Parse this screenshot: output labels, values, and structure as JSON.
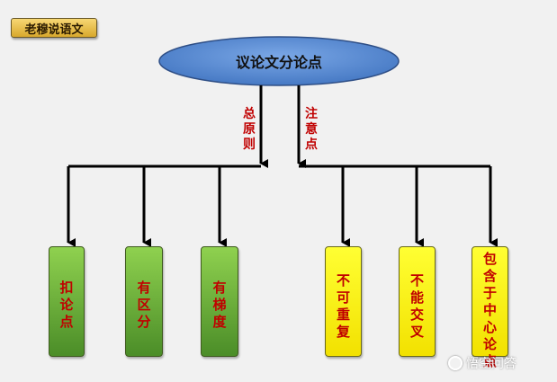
{
  "badge": "老穆说语文",
  "root": "议论文分论点",
  "branches": {
    "left_label": "总原则",
    "right_label": "注意点"
  },
  "principles": [
    "扣论点",
    "有区分",
    "有梯度"
  ],
  "notes": [
    "不可重复",
    "不能交叉",
    "包含于中心论点"
  ],
  "watermark": "悟空问答",
  "colors": {
    "ellipse": "#5b8fd6",
    "arrow": "#000000",
    "label_red": "#c00000",
    "green_box": "#6fb23a",
    "yellow_box": "#ffff00",
    "badge": "#f2c44c"
  }
}
